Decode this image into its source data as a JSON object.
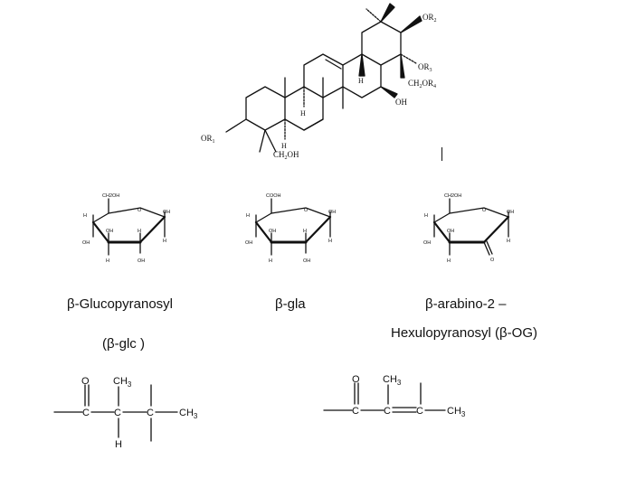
{
  "triterpene": {
    "or1": "OR",
    "or1_sub": "1",
    "or2": "OR",
    "or2_sub": "2",
    "or3": "OR",
    "or3_sub": "3",
    "ch2or4": "CH",
    "ch2or4_sub": "2",
    "ch2or4_tail": "OR",
    "ch2or4_tail_sub": "4",
    "oh": "OH",
    "ch2oh": "CH",
    "ch2oh_sub": "2",
    "ch2oh_tail": "OH",
    "h_labels": [
      "H",
      "H",
      "H"
    ]
  },
  "sugars": [
    {
      "top": "CH2OH",
      "ring_o": "O",
      "right": "OH",
      "left": "H",
      "l1": "H",
      "l2": "OH",
      "m1": "OH",
      "m2": "H",
      "b1": "H",
      "b2": "OH",
      "rh": "H",
      "cap": "H"
    },
    {
      "top": "COOH",
      "ring_o": "O",
      "right": "OH",
      "left": "H",
      "l1": "H",
      "l2": "OH",
      "m1": "OH",
      "m2": "H",
      "b1": "H",
      "b2": "OH",
      "rh": "H",
      "cap": "H"
    },
    {
      "top": "CH2OH",
      "ring_o": "O",
      "right": "OH",
      "left": "H",
      "l1": "H",
      "l2": "OH",
      "m1": "OH",
      "m2": "H",
      "b1": "H",
      "ketone": "O",
      "rh": "H",
      "cap": "H"
    }
  ],
  "captions": {
    "glc_name": "β-Glucopyranosyl",
    "glc_abbr": "(β-glc )",
    "gla_name": "β-gla",
    "og_name_line1": "β-arabino-2 –",
    "og_name_line2": "Hexulopyranosyl (β-OG)"
  },
  "acyl_left": {
    "o": "O",
    "c1": "C",
    "c2": "C",
    "c3": "C",
    "ch3_top": "CH",
    "ch3_top_sub": "3",
    "ch3_right": "CH",
    "ch3_right_sub": "3",
    "h": "H"
  },
  "acyl_right": {
    "o": "O",
    "c1": "C",
    "c2": "C",
    "c3": "C",
    "ch3_top": "CH",
    "ch3_top_sub": "3",
    "ch3_right": "CH",
    "ch3_right_sub": "3"
  }
}
